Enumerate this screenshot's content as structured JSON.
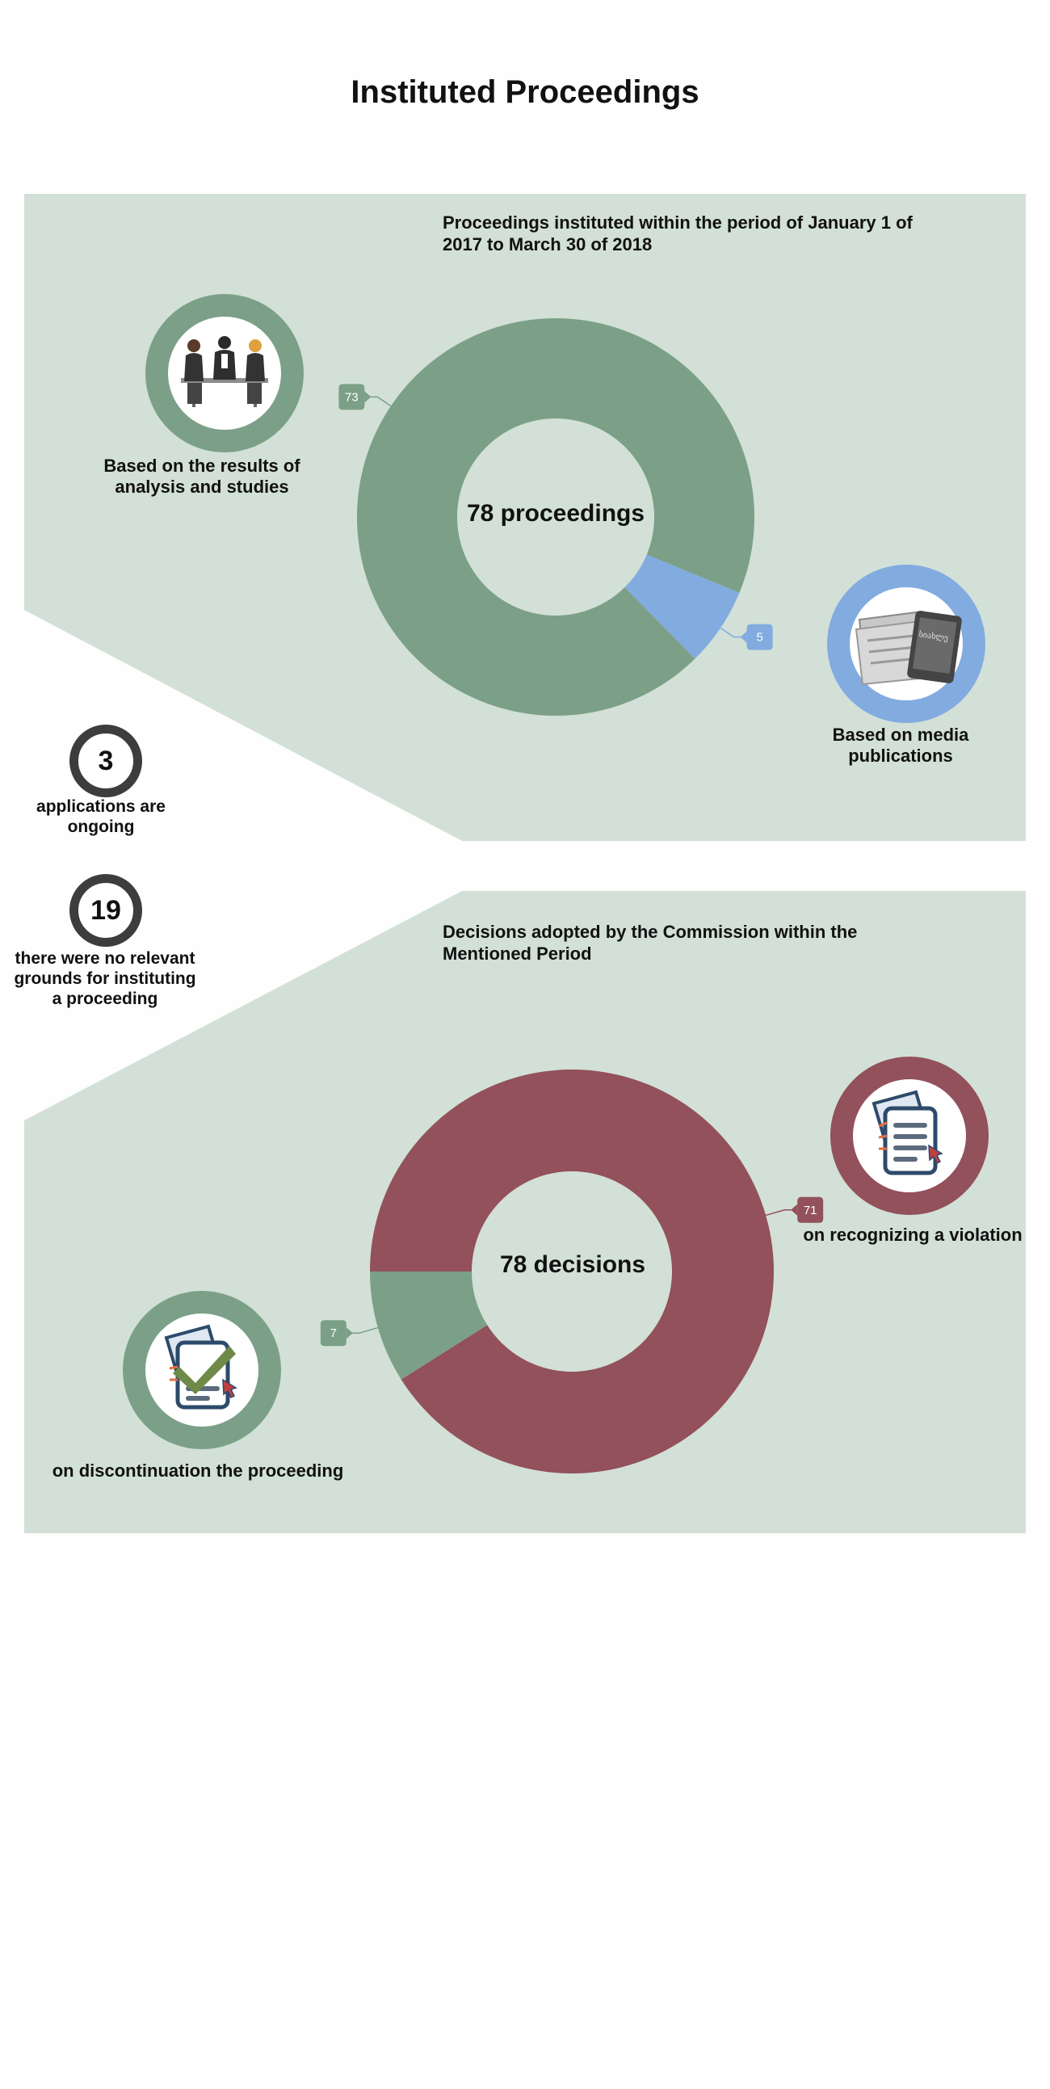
{
  "page": {
    "title": "Instituted Proceedings"
  },
  "section1": {
    "heading": "Proceedings instituted within the period of January 1 of 2017 to March 30 of 2018",
    "center_label": "78 proceedings",
    "label_left": "Based on the results of analysis and studies",
    "label_right": "Based on media publications"
  },
  "section2": {
    "heading": "Decisions adopted by the Commission within the Mentioned Period",
    "center_label": "78 decisions",
    "label_right": "on recognizing a violation",
    "label_left": "on discontinuation the proceeding"
  },
  "stats": [
    {
      "value": "3",
      "label": "applications are ongoing"
    },
    {
      "value": "19",
      "label": "there were no relevant grounds for instituting a proceeding"
    }
  ],
  "icons": {
    "meeting": "people-meeting-icon",
    "media": "newspapers-tablet-icon",
    "violation": "document-violation-icon",
    "discontinue": "document-checkmark-icon",
    "tablet_text": "სიახლე"
  },
  "colors": {
    "green": "#7ba087",
    "blue": "#82abe0",
    "maroon": "#92515b",
    "panel": "#d2e0d7"
  },
  "chart_data": [
    {
      "type": "pie",
      "categories": [
        "Based on the results of analysis and studies",
        "Based on media publications"
      ],
      "values": [
        73,
        5
      ],
      "center_label": "78 proceedings"
    },
    {
      "type": "pie",
      "categories": [
        "on recognizing a violation",
        "on discontinuation the proceeding"
      ],
      "values": [
        71,
        7
      ],
      "center_label": "78 decisions"
    }
  ]
}
